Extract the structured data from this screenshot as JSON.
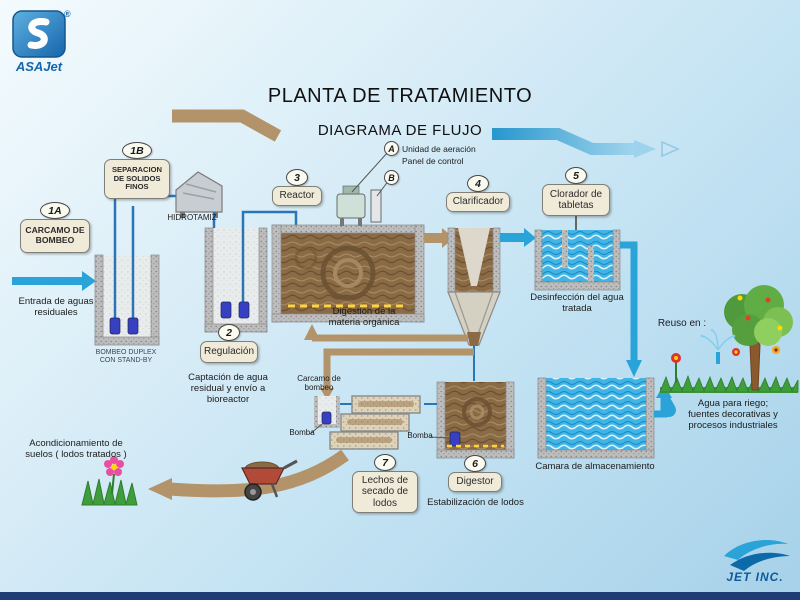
{
  "branding": {
    "asajet_text": "ASAJet",
    "registered_mark": "®",
    "jet_text": "JET INC."
  },
  "header": {
    "title": "PLANTA DE TRATAMIENTO",
    "subtitle": "DIAGRAMA DE FLUJO"
  },
  "stages": {
    "s1a": {
      "badge": "1A",
      "label": "CARCAMO DE BOMBEO"
    },
    "s1b": {
      "badge": "1B",
      "label": "SEPARACION DE SOLIDOS FINOS"
    },
    "s2": {
      "badge": "2",
      "label": "Regulación"
    },
    "s3": {
      "badge": "3",
      "label": "Reactor"
    },
    "s4": {
      "badge": "4",
      "label": "Clarificador"
    },
    "s5": {
      "badge": "5",
      "label": "Clorador de tabletas"
    },
    "s6": {
      "badge": "6",
      "label": "Digestor"
    },
    "s7": {
      "badge": "7",
      "label": "Lechos de secado de lodos"
    }
  },
  "callouts": {
    "a": "A",
    "b": "B"
  },
  "labels": {
    "entrada": "Entrada de aguas residuales",
    "bombeo_duplex": "BOMBEO DUPLEX CON STAND-BY",
    "hidrotamiz": "HIDROTAMIZ",
    "unidad_aeracion": "Unidad de aeración",
    "panel_control": "Panel de control",
    "digestion": "Digestión de la materia orgánica",
    "captacion": "Captación de agua residual y envío a bioreactor",
    "carcamo_bombeo": "Carcamo de bombeo",
    "bomba_izq": "Bomba",
    "bomba_der": "Bomba",
    "desinfeccion": "Desinfección del agua tratada",
    "camara": "Camara de almacenamiento",
    "reuso": "Reuso en :",
    "agua_riego": "Agua para riego; fuentes decorativas y procesos industriales",
    "estabilizacion": "Estabilización de lodos",
    "acondicionamiento": "Acondicionamiento de suelos ( lodos tratados )"
  },
  "colors": {
    "water_flow": "#29a3d8",
    "sludge_flow": "#b2936a",
    "tank_wall": "#bdbdbd",
    "sludge": "#8a6b46",
    "water": "#41b4e6",
    "label_box": "#f0ead9",
    "brand_blue": "#1566ac",
    "footer_bar": "#1d3d74"
  }
}
